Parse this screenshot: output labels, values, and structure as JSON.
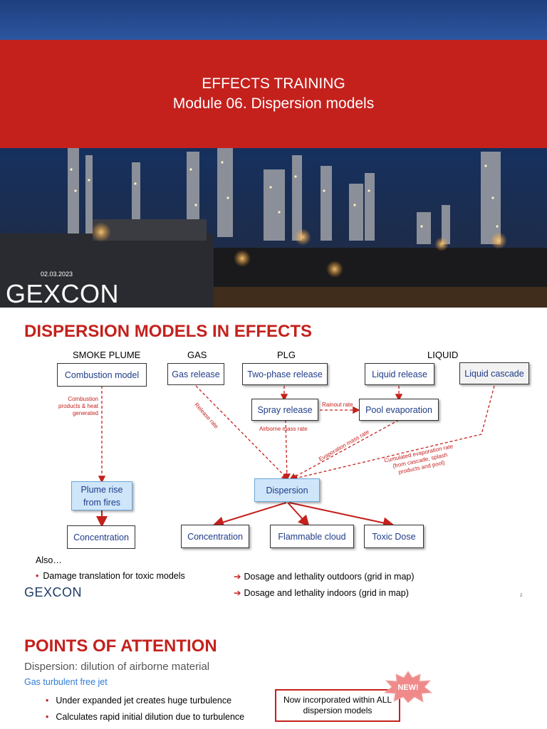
{
  "cover": {
    "title_line1": "EFFECTS TRAINING",
    "title_line2": "Module 06. Dispersion models",
    "date": "02.03.2023",
    "logo": "GEXCON",
    "colors": {
      "band": "#c4211d"
    }
  },
  "slide2": {
    "title": "DISPERSION MODELS IN EFFECTS",
    "columns": [
      "SMOKE PLUME",
      "GAS",
      "PLG",
      "LIQUID"
    ],
    "boxes": {
      "combustion_model": "Combustion model",
      "gas_release": "Gas release",
      "two_phase_release": "Two-phase release",
      "liquid_release": "Liquid release",
      "liquid_cascade": "Liquid cascade",
      "spray_release": "Spray release",
      "pool_evaporation": "Pool evaporation",
      "plume_rise": "Plume rise from fires",
      "dispersion": "Dispersion",
      "concentration_plume": "Concentration",
      "concentration_disp": "Concentration",
      "flammable_cloud": "Flammable cloud",
      "toxic_dose": "Toxic Dose"
    },
    "edge_labels": {
      "combustion": "Combustion products & heat generated",
      "release_rate": "Release rate",
      "rainout_rate": "Rainout rate",
      "airborne_mass_rate": "Airborne mass rate",
      "evaporation_mass_rate": "Evaporation mass rate",
      "cumulated": "Cumulated evaporation rate (from cascade, splash products and pool)"
    },
    "also": "Also…",
    "bullet": "Damage translation for toxic models",
    "arrow_items": [
      "Dosage and lethality outdoors (grid in map)",
      "Dosage and lethality indoors (grid in map)"
    ],
    "logo": "GEXCON",
    "page_number": "2"
  },
  "slide3": {
    "title": "POINTS OF ATTENTION",
    "subtitle": "Dispersion: dilution of airborne material",
    "section": "Gas turbulent free jet",
    "bullets": [
      "Under expanded jet creates huge turbulence",
      "Calculates rapid initial dilution due to turbulence"
    ],
    "callout": "Now incorporated within ALL dispersion models",
    "badge": "NEW!"
  }
}
